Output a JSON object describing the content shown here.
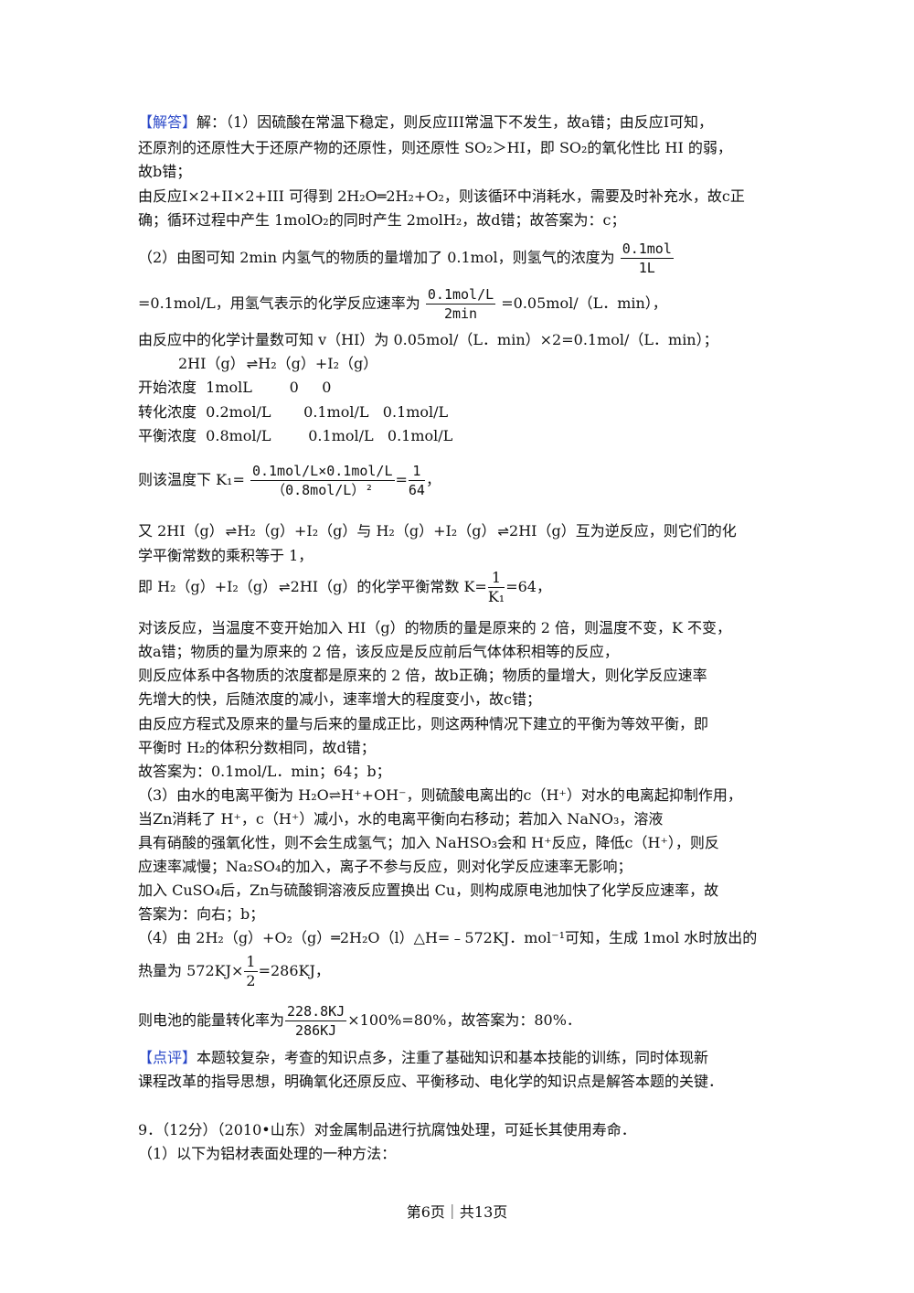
{
  "lines": {
    "l1_tag": "【解答】",
    "l1": "解：（1）因硫酸在常温下稳定，则反应III常温下不发生，故a错；由反应I可知，",
    "l2": "还原剂的还原性大于还原产物的还原性，则还原性 SO₂＞HI，即 SO₂的氧化性比 HI 的弱，",
    "l3": "故b错；",
    "l4": "由反应I×2+II×2+III 可得到 2H₂O═2H₂+O₂，则该循环中消耗水，需要及时补充水，故c正",
    "l5": "确；循环过程中产生 1molO₂的同时产生 2molH₂，故d错；故答案为：c；",
    "l6": "（2）由图可知 2min 内氢气的物质的量增加了 0.1mol，则氢气的浓度为",
    "f1_num": "0.1mol",
    "f1_den": "1L",
    "l7a": "=0.1mol/L，用氢气表示的化学反应速率为",
    "f2_num": "0.1mol/L",
    "f2_den": "2min",
    "l7b": "=0.05mol/（L．min），",
    "l8": "由反应中的化学计量数可知 v（HI）为 0.05mol/（L．min）×2=0.1mol/（L．min）；",
    "l9a": "2HI（g）",
    "l9b": "H₂（g）+I₂（g）",
    "l10": "开始浓度  1molL        0     0",
    "l11": "转化浓度  0.2mol/L       0.1mol/L   0.1mol/L",
    "l12": "平衡浓度  0.8mol/L        0.1mol/L   0.1mol/L",
    "l13a": "则该温度下 K₁=",
    "f3_num": "0.1mol/L×0.1mol/L",
    "f3_den": "（0.8mol/L）²",
    "l13b": "=",
    "f4_num": "1",
    "f4_den": "64",
    "l13c": "，",
    "l14a": "又 2HI（g）",
    "l14b": "H₂（g）+I₂（g）与 H₂（g）+I₂（g）",
    "l14c": "2HI（g）互为逆反应，则它们的化",
    "l15": "学平衡常数的乘积等于 1，",
    "l16a": "即 H₂（g）+I₂（g）",
    "l16b": "2HI（g）的化学平衡常数 K=",
    "f5_num": "1",
    "f5_den": "K₁",
    "l16c": "=64，",
    "l17": "对该反应，当温度不变开始加入 HI（g）的物质的量是原来的 2 倍，则温度不变，K 不变，",
    "l18": "故a错；物质的量为原来的 2 倍，该反应是反应前后气体体积相等的反应，",
    "l19": "则反应体系中各物质的浓度都是原来的 2 倍，故b正确；物质的量增大，则化学反应速率",
    "l20": "先增大的快，后随浓度的减小，速率增大的程度变小，故c错；",
    "l21": "由反应方程式及原来的量与后来的量成正比，则这两种情况下建立的平衡为等效平衡，即",
    "l22": "平衡时 H₂的体积分数相同，故d错；",
    "l23": "故答案为：0.1mol/L．min；64；b；",
    "l24": "（3）由水的电离平衡为 H₂O⇌H⁺+OH⁻，则硫酸电离出的c（H⁺）对水的电离起抑制作用，",
    "l25": "当Zn消耗了 H⁺，c（H⁺）减小，水的电离平衡向右移动；若加入 NaNO₃，溶液",
    "l26": "具有硝酸的强氧化性，则不会生成氢气；加入 NaHSO₃会和 H⁺反应，降低c（H⁺），则反",
    "l27": "应速率减慢；Na₂SO₄的加入，离子不参与反应，则对化学反应速率无影响；",
    "l28": "加入 CuSO₄后，Zn与硫酸铜溶液反应置换出 Cu，则构成原电池加快了化学反应速率，故",
    "l29": "答案为：向右；b；",
    "l30": "（4）由 2H₂（g）+O₂（g）═2H₂O（l）△H=﹣572KJ．mol⁻¹可知，生成 1mol 水时放出的",
    "l31a": "热量为 572KJ×",
    "f6_num": "1",
    "f6_den": "2",
    "l31b": "=286KJ，",
    "l32a": "则电池的能量转化率为",
    "f7_num": "228.8KJ",
    "f7_den": "286KJ",
    "l32b": "×100%=80%，故答案为：80%．",
    "l33_tag": "【点评】",
    "l33": "本题较复杂，考查的知识点多，注重了基础知识和基本技能的训练，同时体现新",
    "l34": "课程改革的指导思想，明确氧化还原反应、平衡移动、电化学的知识点是解答本题的关键．",
    "l35": "9．（12分）（2010•山东）对金属制品进行抗腐蚀处理，可延长其使用寿命．",
    "l36": "（1）以下为铝材表面处理的一种方法："
  },
  "arrow_glyph": "⇌",
  "footer": "第6页｜共13页"
}
